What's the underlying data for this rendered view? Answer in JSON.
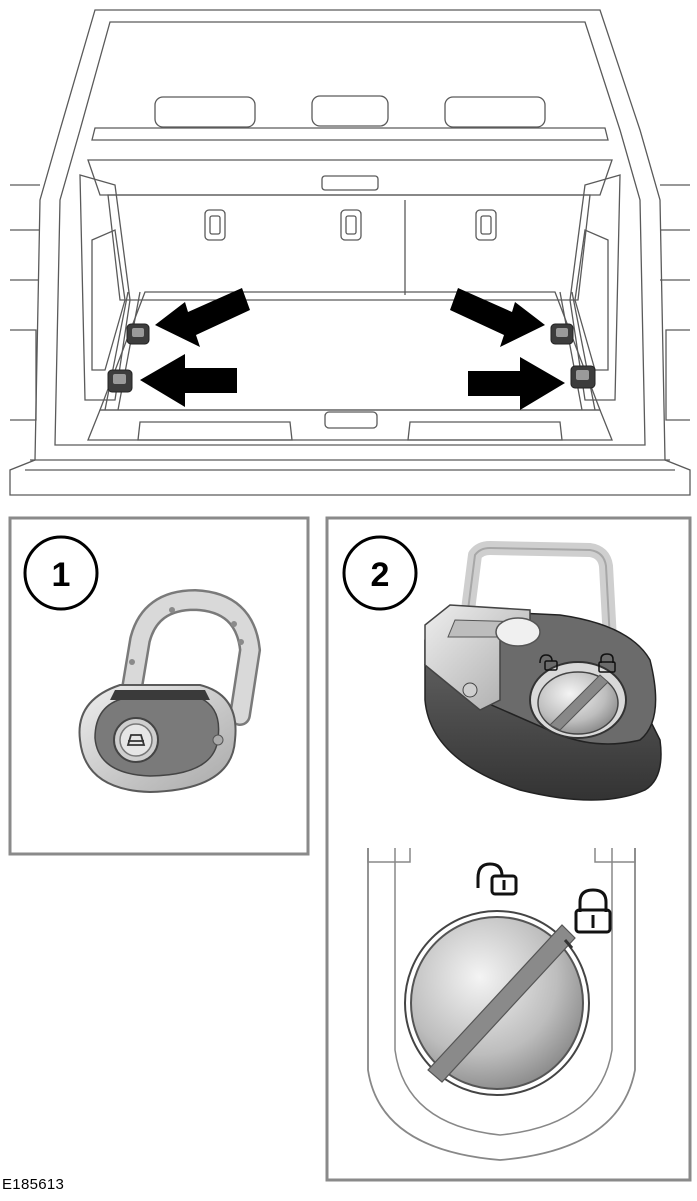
{
  "figure_id": "E185613",
  "callouts": [
    {
      "label": "1"
    },
    {
      "label": "2"
    }
  ],
  "icons": {
    "unlocked": "padlock-open-icon",
    "locked": "padlock-closed-icon"
  },
  "colors": {
    "line": "#555555",
    "shade_light": "#d6d6d6",
    "shade_mid": "#9e9e9e",
    "shade_dark": "#4a4a4a",
    "arrow": "#000000"
  }
}
